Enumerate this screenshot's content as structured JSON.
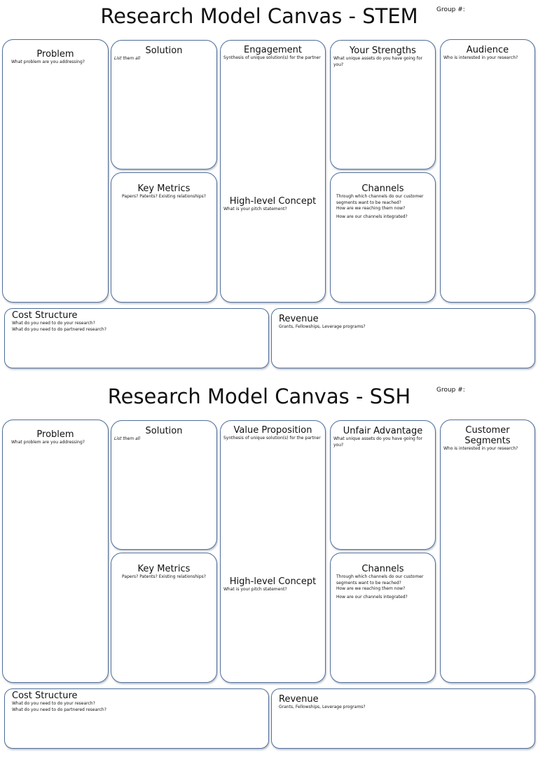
{
  "canvases": [
    {
      "title": "Research Model Canvas - STEM",
      "group": "Group #:",
      "problem": {
        "title": "Problem",
        "prompt": "What problem are you addressing?"
      },
      "solution": {
        "title": "Solution",
        "prompt": "List them all"
      },
      "key_metrics": {
        "title": "Key Metrics",
        "prompt": "Papers? Patents? Existing relationships?"
      },
      "value": {
        "title": "Engagement",
        "prompt": "Synthesis of unique solution(s) for the partner"
      },
      "concept": {
        "title": "High-level Concept",
        "prompt": "What is your pitch statement?"
      },
      "advantage": {
        "title": "Your Strengths",
        "prompt": "What unique assets do you have going for you?"
      },
      "channels": {
        "title": "Channels",
        "prompts": [
          "Through which channels do our customer segments want to be reached?",
          "How are we reaching them now?",
          "How are our channels integrated?"
        ]
      },
      "audience": {
        "title": "Audience",
        "prompt": "Who is interested in your research?"
      },
      "cost": {
        "title": "Cost Structure",
        "prompts": [
          "What do you need to do your research?",
          "What do you need to do partnered research?"
        ]
      },
      "revenue": {
        "title": "Revenue",
        "prompt": "Grants, Fellowships, Leverage programs?"
      }
    },
    {
      "title": "Research Model Canvas - SSH",
      "group": "Group #:",
      "problem": {
        "title": "Problem",
        "prompt": "What problem are you addressing?"
      },
      "solution": {
        "title": "Solution",
        "prompt": "List them all"
      },
      "key_metrics": {
        "title": "Key Metrics",
        "prompt": "Papers? Patents? Existing relationships?"
      },
      "value": {
        "title": "Value Proposition",
        "prompt": "Synthesis of unique solution(s) for the partner"
      },
      "concept": {
        "title": "High-level Concept",
        "prompt": "What is your pitch statement?"
      },
      "advantage": {
        "title": "Unfair Advantage",
        "prompt": "What unique assets do you have going for you?"
      },
      "channels": {
        "title": "Channels",
        "prompts": [
          "Through which channels do our customer segments want to be reached?",
          "How are we reaching them now?",
          "How are our channels integrated?"
        ]
      },
      "audience": {
        "title": "Customer Segments",
        "prompt": "Who is interested in your research?"
      },
      "cost": {
        "title": "Cost Structure",
        "prompts": [
          "What do you need to do your research?",
          "What do you need to do partnered research?"
        ]
      },
      "revenue": {
        "title": "Revenue",
        "prompt": "Grants, Fellowships, Leverage programs?"
      }
    }
  ]
}
